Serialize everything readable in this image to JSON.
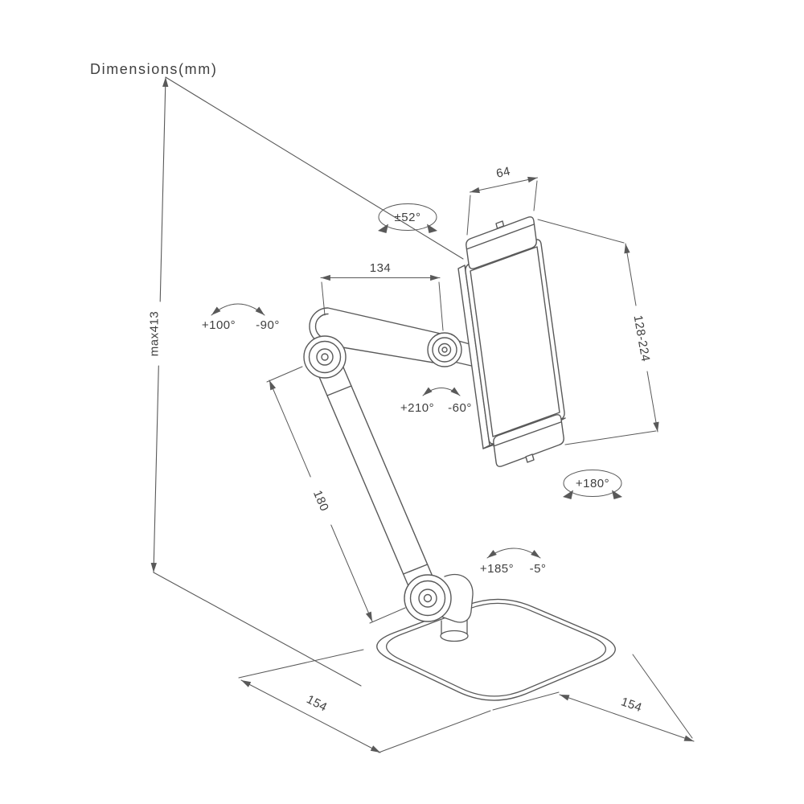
{
  "title": "Dimensions(mm)",
  "colors": {
    "line": "#595959",
    "text": "#404040",
    "background": "#ffffff"
  },
  "dimensions": {
    "holder_width": "64",
    "upper_arm_length": "134",
    "max_height": "max413",
    "holder_height_range": "128-224",
    "lower_arm_length": "180",
    "base_width": "154",
    "base_depth": "154"
  },
  "angles": {
    "holder_swivel": "±52°",
    "upper_joint_up": "+100°",
    "upper_joint_down": "-90°",
    "mid_joint_up": "+210°",
    "mid_joint_down": "-60°",
    "holder_rotation": "+180°",
    "base_joint_up": "+185°",
    "base_joint_down": "-5°"
  }
}
